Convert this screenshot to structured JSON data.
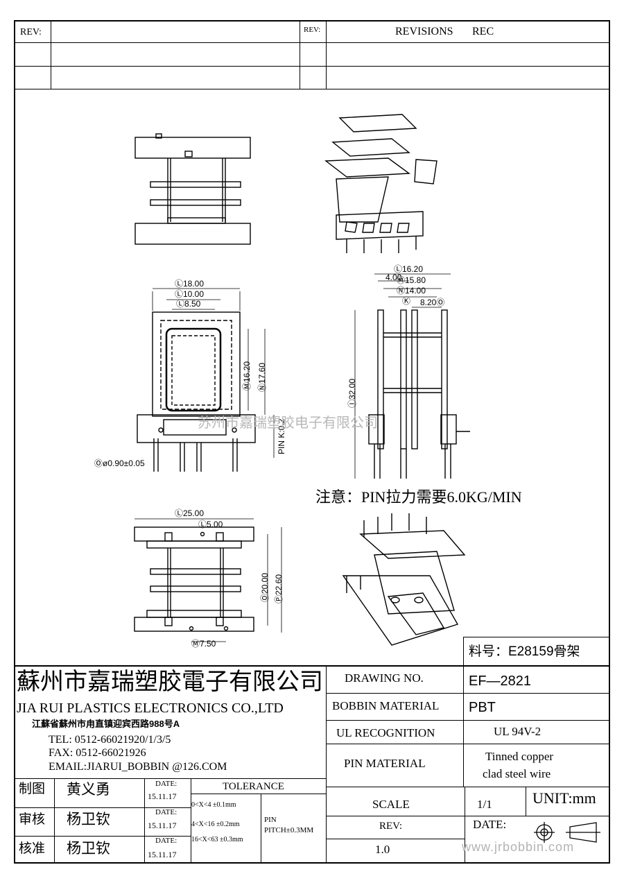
{
  "revision_block": {
    "rev_label_left": "REV:",
    "rev_label_mid": "REV:",
    "revisions_label": "REVISIONS",
    "rec_label": "REC"
  },
  "dimensions": {
    "front_top_width": "Ⓛ18.00",
    "front_inner1": "Ⓛ10.00",
    "front_inner2": "Ⓛ8.50",
    "front_h1": "Ⓜ16.20",
    "front_h2": "Ⓝ17.60",
    "pin_k": "PIN K:0.2",
    "pin_dia": "Ⓞø0.90±0.05",
    "side_w1": "Ⓛ16.20",
    "side_w2": "4.00",
    "side_w3": "Ⓜ15.80",
    "side_w4": "Ⓝ14.00",
    "side_w5": "Ⓚ",
    "side_w6": "8.20Ⓞ",
    "side_h": "Ⓘ32.00",
    "bottom_w": "Ⓛ25.00",
    "bottom_pitch": "Ⓛ5.00",
    "bottom_h1": "Ⓞ20.00",
    "bottom_h2": "Ⓟ22.60",
    "bottom_pin": "Ⓜ7.50"
  },
  "watermark": "苏州市嘉瑞塑胶电子有限公司",
  "note": "注意：PIN拉力需要6.0KG/MIN",
  "part_number": "料号：E28159骨架",
  "company": {
    "name_cn": "蘇州市嘉瑞塑胶電子有限公司",
    "name_en": "JIA RUI PLASTICS ELECTRONICS CO.,LTD",
    "address": "江蘇省蘇州市甪直镇迎宾西路988号A",
    "tel": "TEL:  0512-66021920/1/3/5",
    "fax": "FAX:  0512-66021926",
    "email": "EMAIL:JIARUI_BOBBIN @126.COM"
  },
  "title_block": {
    "drawing_no_label": "DRAWING   NO.",
    "drawing_no": "EF—2821",
    "bobbin_material_label": "BOBBIN  MATERIAL",
    "bobbin_material": "PBT",
    "ul_label": "UL RECOGNITION",
    "ul_value": "UL 94V-2",
    "pin_material_label": "PIN MATERIAL",
    "pin_material_1": "Tinned copper",
    "pin_material_2": "clad steel wire",
    "scale_label": "SCALE",
    "scale_value": "1/1",
    "unit": "UNIT:mm",
    "rev_label": "REV:",
    "rev_value": "1.0",
    "date_label": "DATE:"
  },
  "signoff": [
    {
      "role": "制图",
      "name": "黄义勇",
      "date_label": "DATE:",
      "date": "15.11.17"
    },
    {
      "role": "审核",
      "name": "杨卫钦",
      "date_label": "DATE:",
      "date": "15.11.17"
    },
    {
      "role": "核准",
      "name": "杨卫钦",
      "date_label": "DATE:",
      "date": "15.11.17"
    }
  ],
  "tolerance": {
    "title": "TOLERANCE",
    "rows": [
      "0<X<4  ±0.1mm",
      "4<X<16 ±0.2mm",
      "16<X<63 ±0.3mm"
    ],
    "pin_label": "PIN",
    "pin_pitch": "PITCH±0.3MM"
  },
  "website": "www.jrbobbin.com"
}
